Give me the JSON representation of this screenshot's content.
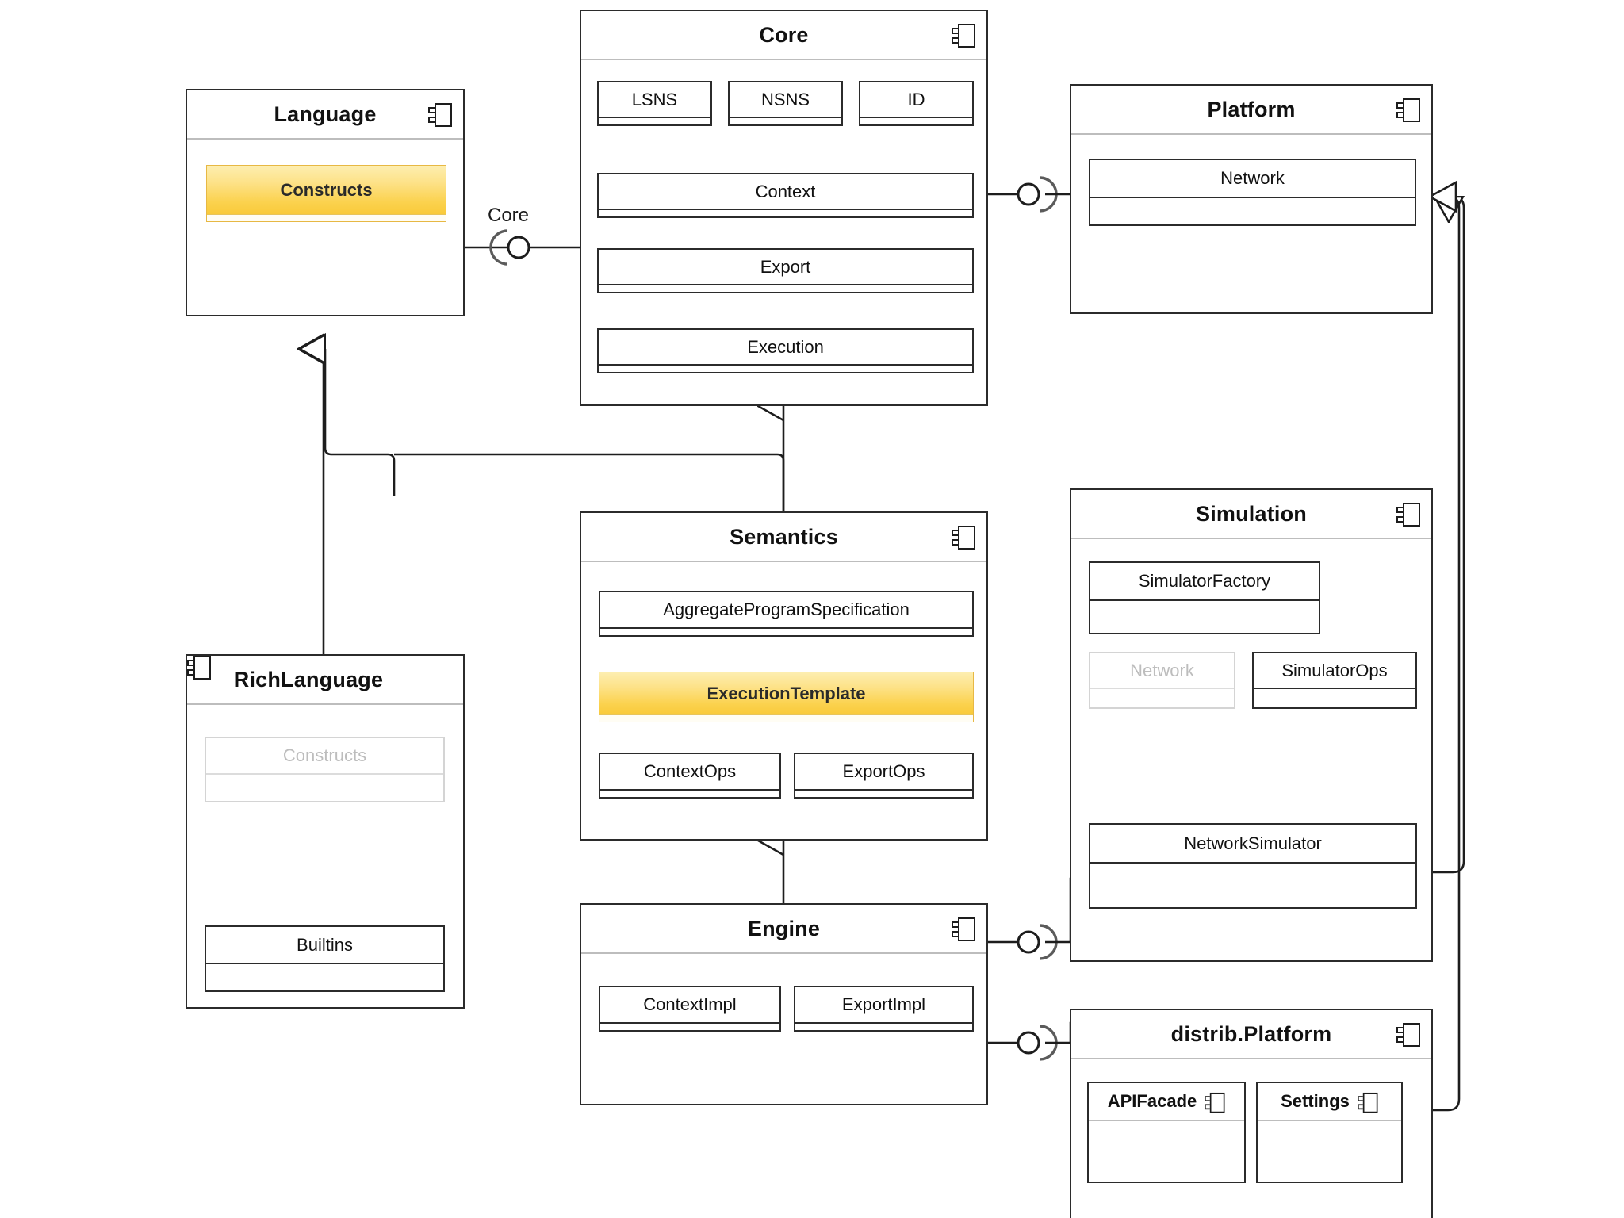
{
  "diagram": {
    "kind": "uml-component-diagram",
    "background": "#ffffff",
    "colors": {
      "stroke": "#2b2b2b",
      "divider": "#bdbdbd",
      "highlight_top": "#fdeeb0",
      "highlight_bottom": "#f9ca3a",
      "highlight_border": "#e7b844",
      "ghost": "#bdbdbd"
    }
  },
  "labels": {
    "core_interface": "Core"
  },
  "components": {
    "language": {
      "title": "Language",
      "icon": "component-icon",
      "parts": [
        {
          "name": "Constructs",
          "style": "highlighted"
        }
      ]
    },
    "core": {
      "title": "Core",
      "icon": "component-icon",
      "parts": [
        {
          "name": "LSNS",
          "style": "normal"
        },
        {
          "name": "NSNS",
          "style": "normal"
        },
        {
          "name": "ID",
          "style": "normal"
        },
        {
          "name": "Context",
          "style": "normal"
        },
        {
          "name": "Export",
          "style": "normal"
        },
        {
          "name": "Execution",
          "style": "normal"
        }
      ]
    },
    "platform": {
      "title": "Platform",
      "icon": "component-icon",
      "parts": [
        {
          "name": "Network",
          "style": "normal"
        }
      ]
    },
    "richlanguage": {
      "title": "RichLanguage",
      "icon": "component-icon",
      "parts": [
        {
          "name": "Constructs",
          "style": "ghost"
        },
        {
          "name": "Builtins",
          "style": "normal"
        }
      ]
    },
    "semantics": {
      "title": "Semantics",
      "icon": "component-icon",
      "parts": [
        {
          "name": "AggregateProgramSpecification",
          "style": "normal"
        },
        {
          "name": "ExecutionTemplate",
          "style": "highlighted"
        },
        {
          "name": "ContextOps",
          "style": "normal"
        },
        {
          "name": "ExportOps",
          "style": "normal"
        }
      ]
    },
    "simulation": {
      "title": "Simulation",
      "icon": "component-icon",
      "parts": [
        {
          "name": "SimulatorFactory",
          "style": "normal"
        },
        {
          "name": "Network",
          "style": "ghost"
        },
        {
          "name": "SimulatorOps",
          "style": "normal"
        },
        {
          "name": "NetworkSimulator",
          "style": "normal"
        }
      ]
    },
    "engine": {
      "title": "Engine",
      "icon": "component-icon",
      "parts": [
        {
          "name": "ContextImpl",
          "style": "normal"
        },
        {
          "name": "ExportImpl",
          "style": "normal"
        }
      ]
    },
    "distrib_platform": {
      "title": "distrib.Platform",
      "icon": "component-icon",
      "parts": [
        {
          "name": "APIFacade",
          "style": "component",
          "icon": "component-icon"
        },
        {
          "name": "Settings",
          "style": "component",
          "icon": "component-icon"
        }
      ]
    }
  },
  "connectors": [
    {
      "type": "assembly-ball-socket",
      "from": "Language",
      "to": "Core",
      "label": "Core"
    },
    {
      "type": "assembly-ball-socket",
      "from": "Core",
      "to": "Platform",
      "label": ""
    },
    {
      "type": "assembly-ball-socket",
      "from": "RichLanguage.Constructs",
      "to": "RichLanguage.Builtins",
      "label": ""
    },
    {
      "type": "assembly-ball-socket",
      "from": "Engine",
      "to": "Simulation.NetworkSimulator",
      "label": ""
    },
    {
      "type": "assembly-ball-socket",
      "from": "Engine",
      "to": "distrib.Platform",
      "label": ""
    },
    {
      "type": "generalization",
      "from": "RichLanguage",
      "to": "Language"
    },
    {
      "type": "generalization",
      "from": "Semantics",
      "to": "Language"
    },
    {
      "type": "generalization",
      "from": "Semantics",
      "to": "Core"
    },
    {
      "type": "generalization",
      "from": "Engine",
      "to": "Semantics"
    },
    {
      "type": "generalization",
      "from": "Simulation.NetworkSimulator",
      "to": "Simulation.Network"
    },
    {
      "type": "generalization",
      "from": "Simulation.NetworkSimulator",
      "to": "Simulation.SimulatorOps"
    },
    {
      "type": "generalization",
      "from": "Simulation",
      "to": "Platform"
    },
    {
      "type": "generalization",
      "from": "distrib.Platform",
      "to": "Platform"
    }
  ]
}
